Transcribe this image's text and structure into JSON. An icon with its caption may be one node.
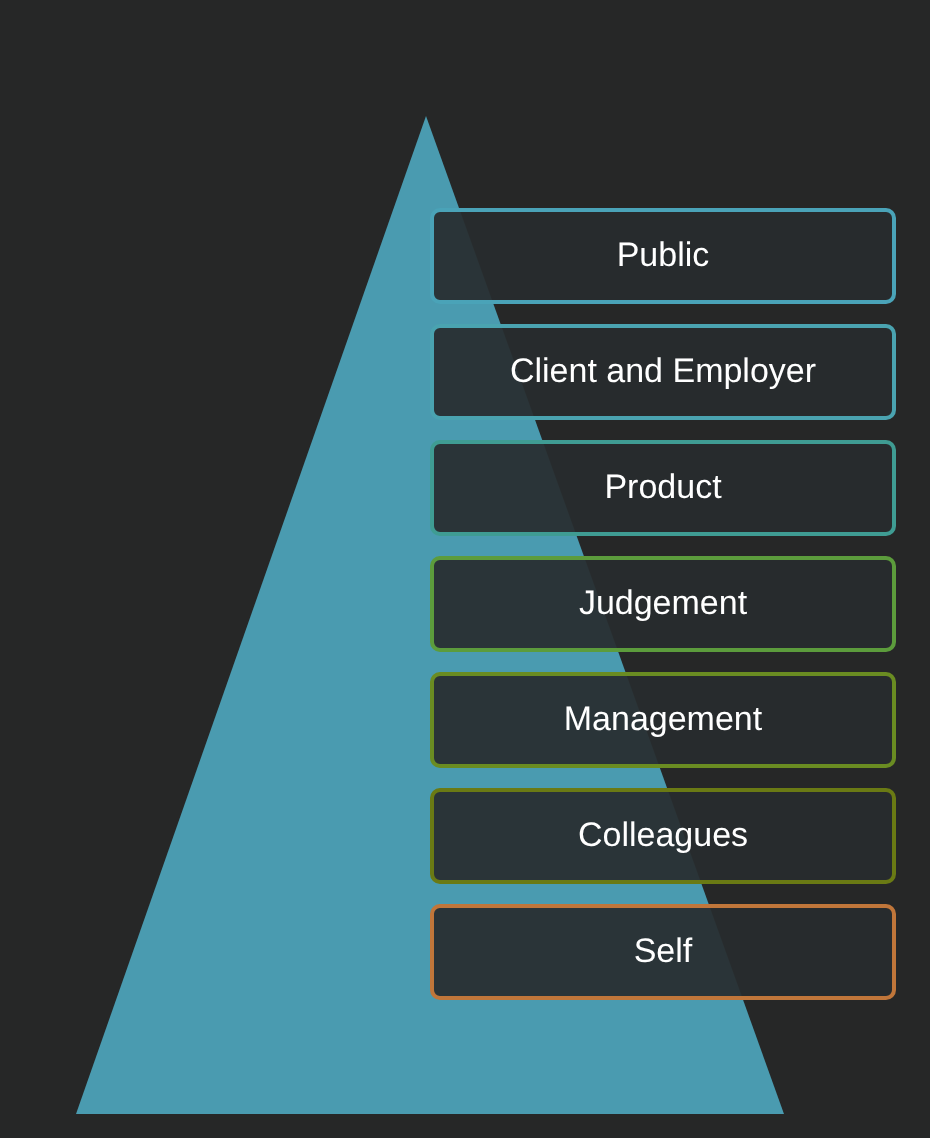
{
  "diagram": {
    "nodes": [
      {
        "text": [
          "Public"
        ]
      },
      {
        "text": [
          "Client and Employer"
        ]
      },
      {
        "text": [
          "Product"
        ]
      },
      {
        "text": [
          "Judgement"
        ]
      },
      {
        "text": [
          "Management"
        ]
      },
      {
        "text": [
          "Colleagues"
        ]
      },
      {
        "text": [
          "Self"
        ]
      }
    ]
  }
}
